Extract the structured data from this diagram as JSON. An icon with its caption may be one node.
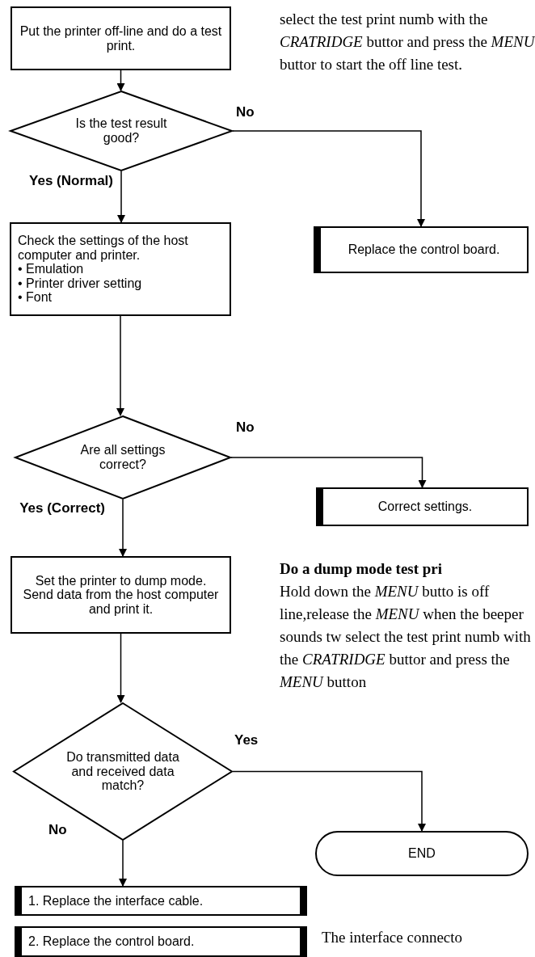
{
  "diagram": {
    "nodes": [
      {
        "text": [
          "Put the printer off-line and do a test print."
        ]
      },
      {
        "text": [
          "Is the test result good?"
        ]
      },
      {
        "text": [
          "Check the settings of the host computer and printer.",
          "• Emulation",
          "• Printer driver setting",
          "• Font"
        ]
      },
      {
        "text": [
          "Replace the control board."
        ]
      },
      {
        "text": [
          "Are all settings correct?"
        ]
      },
      {
        "text": [
          "Correct settings."
        ]
      },
      {
        "text": [
          "Set the printer to dump mode. Send data from the host computer and print it."
        ]
      },
      {
        "text": [
          "Do transmitted data and received data match?"
        ]
      },
      {
        "text": [
          "END"
        ]
      },
      {
        "text": [
          "1. Replace the interface cable."
        ]
      },
      {
        "text": [
          "2. Replace the control board."
        ]
      }
    ],
    "edges": [
      {
        "from": 0,
        "to": 1,
        "arrow": "to"
      },
      {
        "from": 1,
        "to": 2,
        "arrow": "to",
        "label": "Yes (Normal)"
      },
      {
        "from": 1,
        "to": 3,
        "arrow": "to",
        "label": "No"
      },
      {
        "from": 2,
        "to": 4,
        "arrow": "to"
      },
      {
        "from": 4,
        "to": 6,
        "arrow": "to",
        "label": "Yes (Correct)"
      },
      {
        "from": 4,
        "to": 5,
        "arrow": "to",
        "label": "No"
      },
      {
        "from": 6,
        "to": 7,
        "arrow": "to"
      },
      {
        "from": 7,
        "to": 8,
        "arrow": "to",
        "label": "Yes"
      },
      {
        "from": 7,
        "to": 9,
        "arrow": "to",
        "label": "No"
      }
    ],
    "labels": [
      "select the test print numb with the *CRATRIDGE* buttor and press the *MENU* buttor to start the off line test.",
      "Do a dump mode test pri",
      "Hold down the *MENU* butto is off line,release the *MENU* when the beeper sounds tw select the test print numb with the *CRATRIDGE* buttor and press the *MENU* button",
      "The interface connecto"
    ]
  }
}
